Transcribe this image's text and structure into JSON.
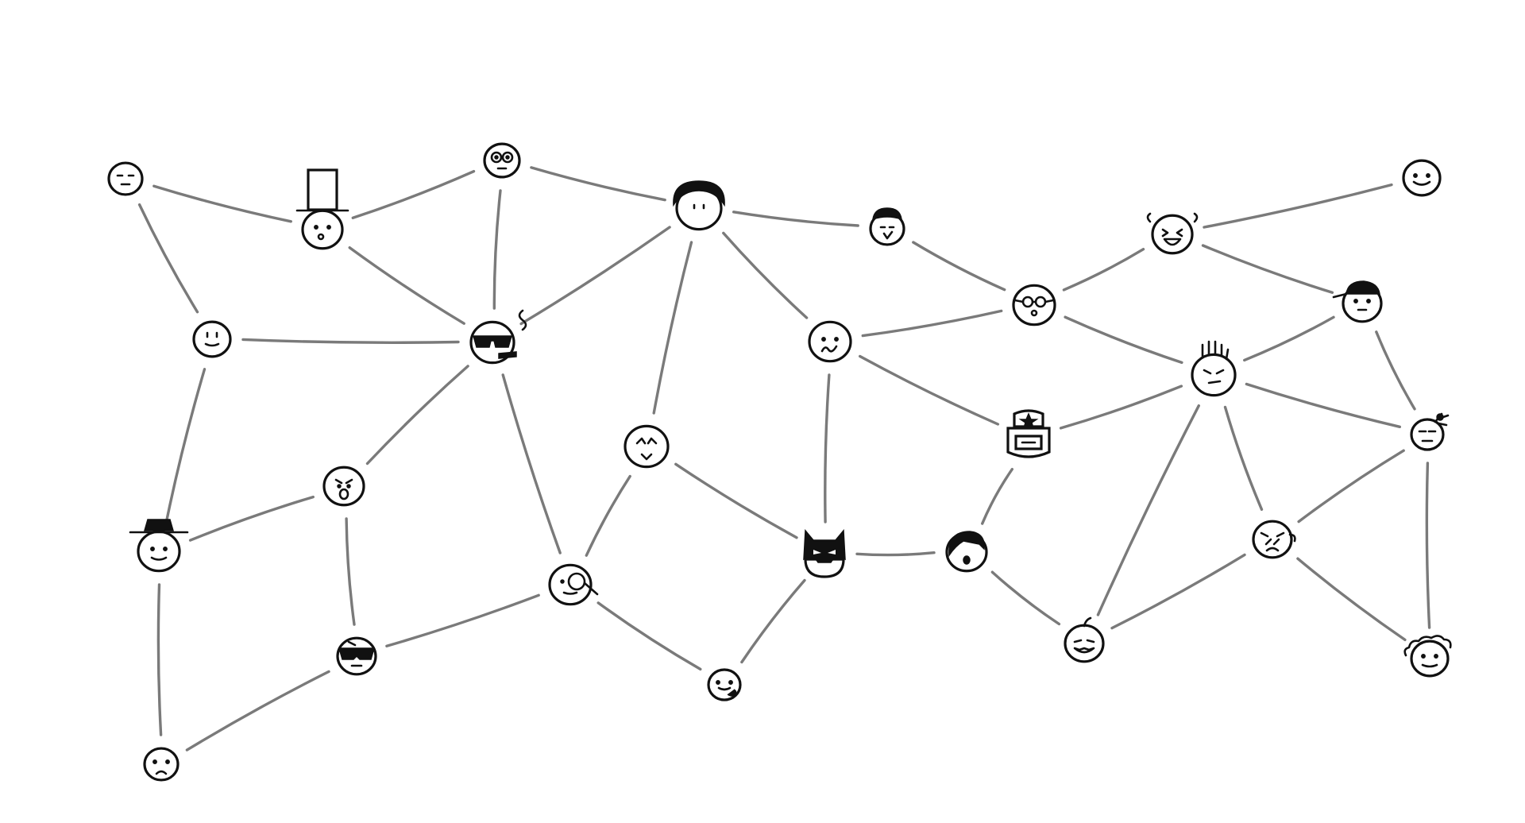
{
  "diagram": {
    "type": "social-network",
    "style": "hand-drawn",
    "colors": {
      "edge": "#7a7a7a",
      "ink": "#111111",
      "background": "#ffffff"
    },
    "nodes": [
      {
        "id": "n1",
        "icon": "sleepy-face-icon"
      },
      {
        "id": "n2",
        "icon": "top-hat-face-icon"
      },
      {
        "id": "n3",
        "icon": "goggle-eyes-face-icon"
      },
      {
        "id": "n4",
        "icon": "smiling-face-icon"
      },
      {
        "id": "n5",
        "icon": "sunglasses-cigar-face-icon"
      },
      {
        "id": "n6",
        "icon": "surprised-face-icon"
      },
      {
        "id": "n7",
        "icon": "flat-hat-face-icon"
      },
      {
        "id": "n8",
        "icon": "masked-face-icon"
      },
      {
        "id": "n9",
        "icon": "worried-face-icon"
      },
      {
        "id": "n10",
        "icon": "bushy-hair-face-icon"
      },
      {
        "id": "n11",
        "icon": "squinting-face-icon"
      },
      {
        "id": "n12",
        "icon": "monocle-face-icon"
      },
      {
        "id": "n13",
        "icon": "bearded-smile-face-icon"
      },
      {
        "id": "n14",
        "icon": "short-hair-face-icon"
      },
      {
        "id": "n15",
        "icon": "grimace-face-icon"
      },
      {
        "id": "n16",
        "icon": "batman-mask-icon"
      },
      {
        "id": "n17",
        "icon": "glasses-face-icon"
      },
      {
        "id": "n18",
        "icon": "ushanka-star-face-icon"
      },
      {
        "id": "n19",
        "icon": "dark-hair-face-icon"
      },
      {
        "id": "n20",
        "icon": "laughing-face-icon"
      },
      {
        "id": "n21",
        "icon": "spiky-hair-face-icon"
      },
      {
        "id": "n22",
        "icon": "pumpkin-face-icon"
      },
      {
        "id": "n23",
        "icon": "happy-face-icon"
      },
      {
        "id": "n24",
        "icon": "cap-face-icon"
      },
      {
        "id": "n25",
        "icon": "topknot-face-icon"
      },
      {
        "id": "n26",
        "icon": "sad-face-icon"
      },
      {
        "id": "n27",
        "icon": "curly-hair-face-icon"
      },
      {
        "id": "n28",
        "icon": "frown-face-icon"
      }
    ],
    "edges": [
      [
        "n1",
        "n2"
      ],
      [
        "n1",
        "n4"
      ],
      [
        "n2",
        "n3"
      ],
      [
        "n2",
        "n5"
      ],
      [
        "n3",
        "n5"
      ],
      [
        "n3",
        "n10"
      ],
      [
        "n4",
        "n5"
      ],
      [
        "n4",
        "n7"
      ],
      [
        "n5",
        "n10"
      ],
      [
        "n5",
        "n6"
      ],
      [
        "n5",
        "n12"
      ],
      [
        "n6",
        "n7"
      ],
      [
        "n6",
        "n8"
      ],
      [
        "n7",
        "n28"
      ],
      [
        "n8",
        "n28"
      ],
      [
        "n8",
        "n12"
      ],
      [
        "n10",
        "n14"
      ],
      [
        "n10",
        "n11"
      ],
      [
        "n10",
        "n9"
      ],
      [
        "n9",
        "n17"
      ],
      [
        "n9",
        "n18"
      ],
      [
        "n9",
        "n16"
      ],
      [
        "n11",
        "n12"
      ],
      [
        "n11",
        "n16"
      ],
      [
        "n12",
        "n13"
      ],
      [
        "n16",
        "n13"
      ],
      [
        "n16",
        "n19"
      ],
      [
        "n14",
        "n17"
      ],
      [
        "n17",
        "n20"
      ],
      [
        "n17",
        "n21"
      ],
      [
        "n20",
        "n23"
      ],
      [
        "n20",
        "n24"
      ],
      [
        "n18",
        "n19"
      ],
      [
        "n18",
        "n21"
      ],
      [
        "n21",
        "n24"
      ],
      [
        "n21",
        "n25"
      ],
      [
        "n21",
        "n26"
      ],
      [
        "n21",
        "n22"
      ],
      [
        "n19",
        "n22"
      ],
      [
        "n22",
        "n26"
      ],
      [
        "n24",
        "n25"
      ],
      [
        "n25",
        "n26"
      ],
      [
        "n25",
        "n27"
      ],
      [
        "n26",
        "n27"
      ]
    ]
  }
}
